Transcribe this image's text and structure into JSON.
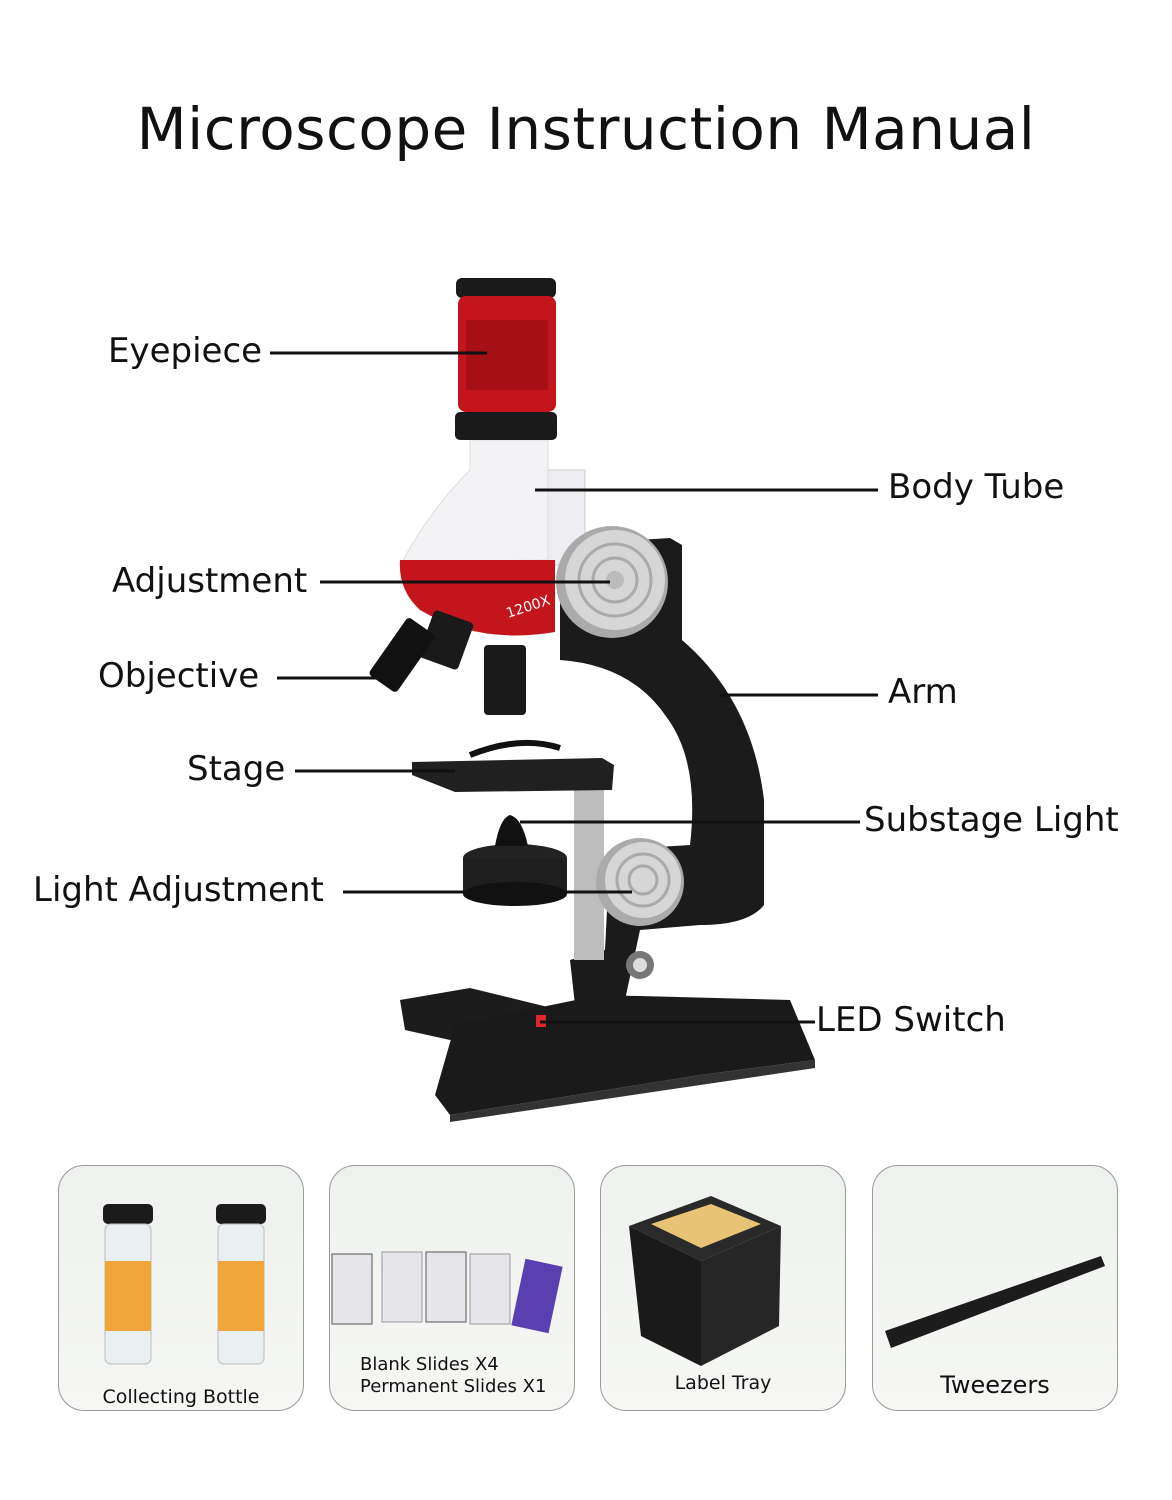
{
  "title": "Microscope Instruction Manual",
  "microscope": {
    "magnification_marking": "1200X",
    "colors": {
      "red": "#c4141c",
      "black": "#1a1a1a",
      "white": "#f4f4f6",
      "silver": "#c9c9c9"
    }
  },
  "labels": {
    "eyepiece": "Eyepiece",
    "body_tube": "Body Tube",
    "adjustment": "Adjustment",
    "objective": "Objective",
    "arm": "Arm",
    "stage": "Stage",
    "substage_light": "Substage Light",
    "light_adjustment": "Light Adjustment",
    "led_switch": "LED Switch"
  },
  "accessories": [
    {
      "label": "Collecting Bottle"
    },
    {
      "label": "Blank Slides X4",
      "label2": "Permanent Slides X1"
    },
    {
      "label": "Label Tray"
    },
    {
      "label": "Tweezers"
    }
  ]
}
